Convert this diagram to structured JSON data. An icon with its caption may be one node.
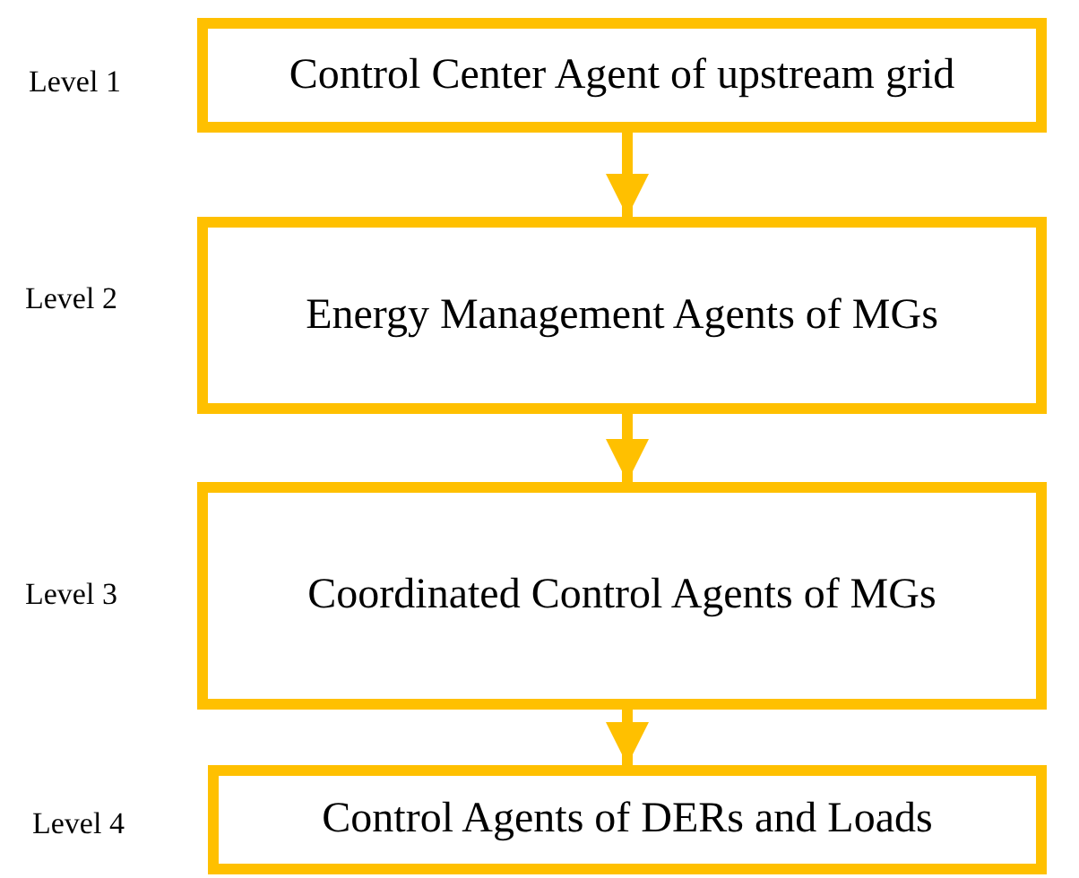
{
  "diagram": {
    "nodes": [
      {
        "text": [
          "Control Center Agent of upstream grid"
        ],
        "beside": [
          "Level 1"
        ]
      },
      {
        "text": [
          "Energy Management Agents of MGs"
        ],
        "beside": [
          "Level 2"
        ]
      },
      {
        "text": [
          "Coordinated Control Agents of MGs"
        ],
        "beside": [
          "Level 3"
        ]
      },
      {
        "text": [
          "Control Agents of DERs and Loads"
        ],
        "beside": [
          "Level 4"
        ]
      }
    ],
    "edges": [
      {
        "from": 0,
        "to": 1,
        "arrow": "to"
      },
      {
        "from": 1,
        "to": 2,
        "arrow": "to"
      },
      {
        "from": 2,
        "to": 3,
        "arrow": "to"
      }
    ]
  }
}
